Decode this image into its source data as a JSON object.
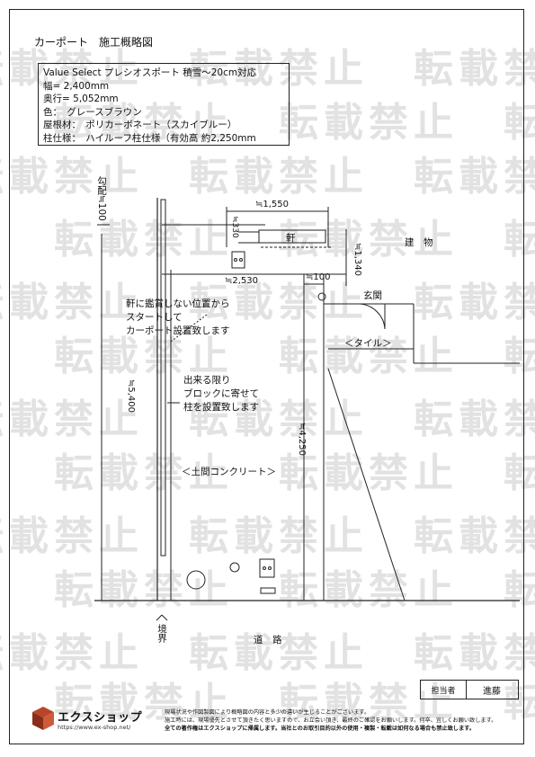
{
  "watermark_text": "転載禁止",
  "title": "カーポート　施工概略図",
  "spec": {
    "product": "Value Select プレシオスポート 積雪〜20cm対応",
    "width": "幅= 2,400mm",
    "depth": "奥行= 5,052mm",
    "color": "色：　グレースブラウン",
    "roof": "屋根材：　ポリカーボネート（スカイブルー）",
    "post": "柱仕様：　ハイルーフ柱仕様（有効高 約2,250mm"
  },
  "plan": {
    "slope": "勾配≒100",
    "eave_dim": "≒1,550",
    "dim_330": "≒330",
    "eave": "軒",
    "building": "建　物",
    "dim_1340": "≒1,340",
    "dim_2530": "≒2,530",
    "dim_100": "≒100",
    "entrance": "玄関",
    "tile": "＜タイル＞",
    "note_eave": [
      "軒に鑑賞しない位置から",
      "スタートして",
      "カーポート設置致します"
    ],
    "note_block": [
      "出来る限り",
      "ブロックに寄せて",
      "柱を設置致します"
    ],
    "dim_5400": "≒5,400",
    "dim_4250": "≒4,250",
    "concrete": "＜土間コンクリート＞",
    "boundary": "境界",
    "road": "道　路"
  },
  "staff": {
    "label": "担当者",
    "name": "進藤"
  },
  "logo": {
    "name": "エクスショップ",
    "url": "https://www.ex-shop.net/"
  },
  "disclaimer": [
    "現場状況や作図製図により概略図の内容と多少の違いが生じることがございます。",
    "施工時には、現場優先とさせて頂きたく思いますので、お立会い頂き、最終のご確認をお願いします。何卒、宜しくお願い致します。",
    "全ての著作権はエクスショップに帰属します。当社とのお取引目的以外の使用・複製・転載は如何なる場合も禁止致します。"
  ]
}
